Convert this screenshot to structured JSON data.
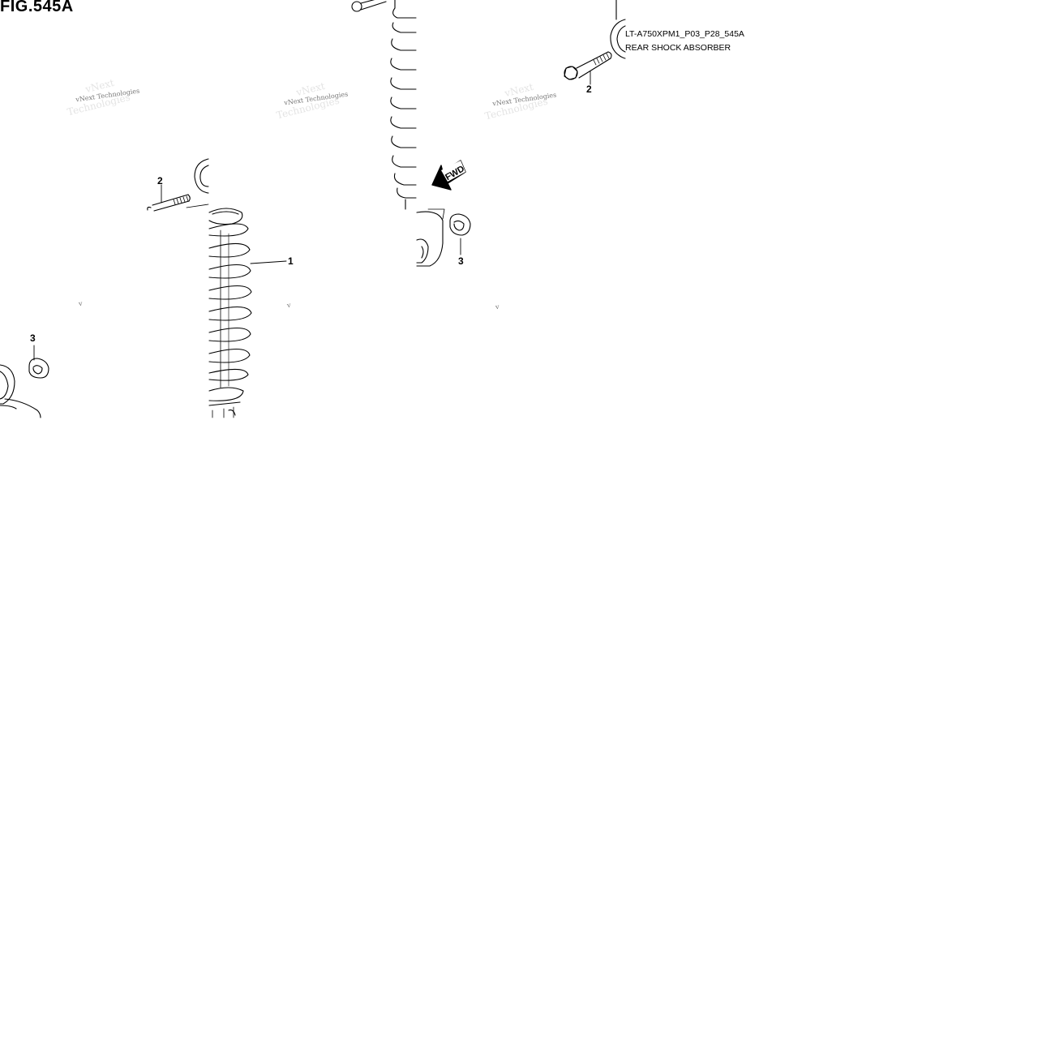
{
  "figure": {
    "title": "FIG.545A",
    "model_code": "LT-A750XPM1_P03_P28_545A",
    "assembly_name": "REAR SHOCK ABSORBER",
    "direction_label": "FWD"
  },
  "callouts": [
    "1",
    "2",
    "2",
    "3",
    "3"
  ],
  "watermark": {
    "text": "vNext Technologies",
    "ghost_text": "vNext",
    "ghost_text_2": "Technologies",
    "fragment": "v"
  },
  "colors": {
    "line": "#000000",
    "paper": "#ffffff",
    "watermark": "#777777"
  }
}
